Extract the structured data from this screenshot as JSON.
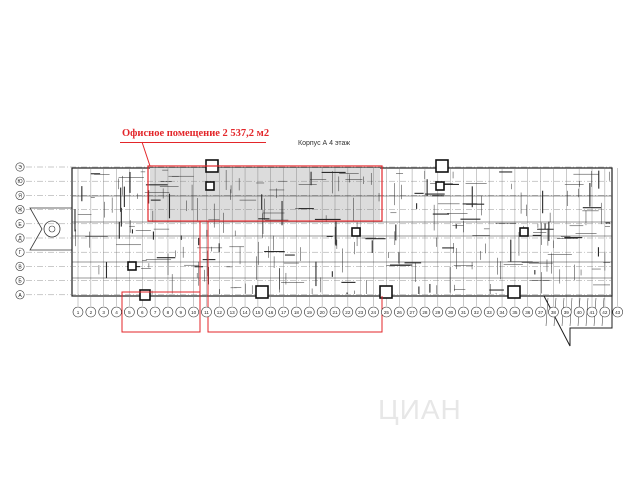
{
  "annotation": {
    "office_area_label": "Офисное помещение 2 537,2 м2",
    "building_floor_label": "Корпус А 4 этаж"
  },
  "watermark": {
    "text": "ЦИАН"
  },
  "grid": {
    "row_axes": [
      "Э",
      "Ю",
      "Я",
      "Ж",
      "Е",
      "Д",
      "Г",
      "В",
      "Б",
      "А"
    ],
    "column_axes": [
      "1",
      "2",
      "3",
      "4",
      "5",
      "6",
      "7",
      "8",
      "9",
      "10",
      "11",
      "12",
      "13",
      "14",
      "15",
      "16",
      "17",
      "18",
      "19",
      "20",
      "21",
      "22",
      "23",
      "24",
      "25",
      "26",
      "27",
      "28",
      "29",
      "30",
      "31",
      "32",
      "33",
      "34",
      "35",
      "36",
      "37",
      "38",
      "39",
      "40",
      "41",
      "42",
      "43"
    ]
  },
  "colors": {
    "highlight": "#e3262a",
    "lines": "#3a3a3a",
    "office_fill": "#d9d9d9"
  }
}
